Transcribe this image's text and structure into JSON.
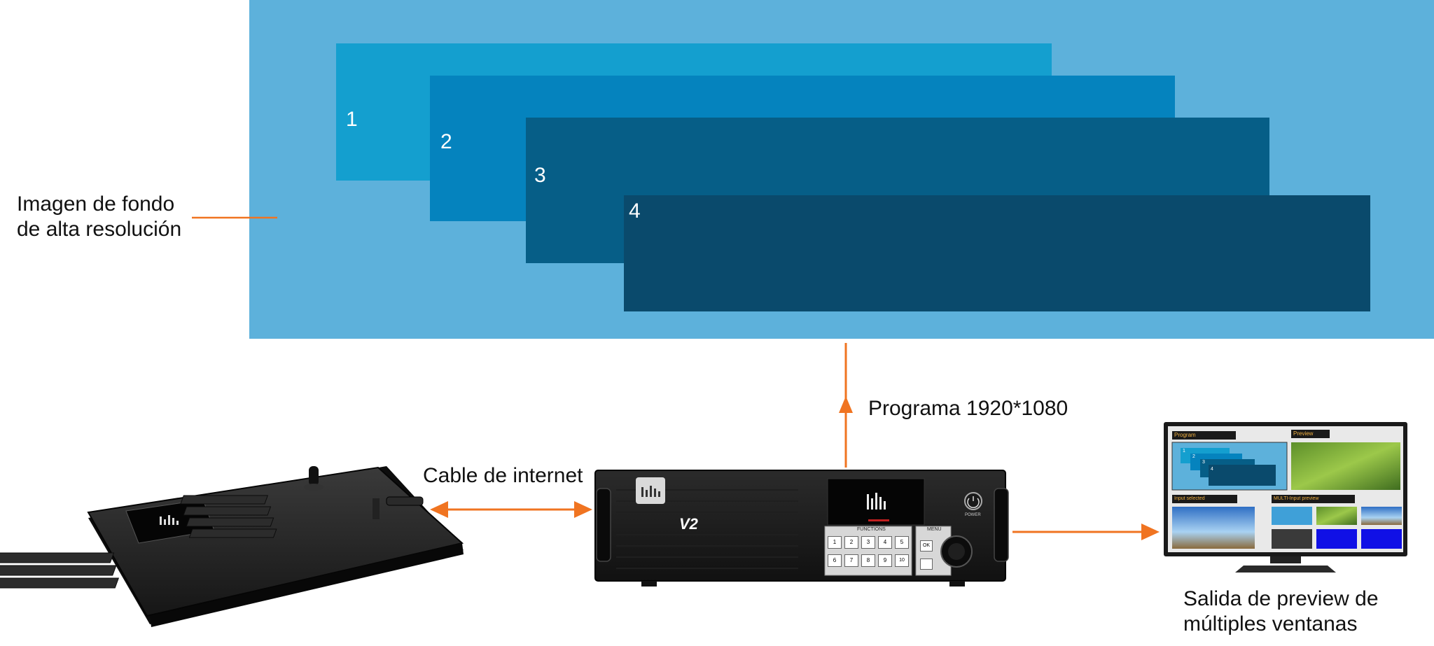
{
  "background_label": {
    "line1": "Imagen de fondo",
    "line2": "de alta resolución"
  },
  "layers": [
    {
      "num": "1",
      "color": "#149fcf"
    },
    {
      "num": "2",
      "color": "#0583be"
    },
    {
      "num": "3",
      "color": "#065e87"
    },
    {
      "num": "4",
      "color": "#0a4a6c"
    }
  ],
  "colors": {
    "background": "#5db1db",
    "arrow": "#f07421",
    "device": "#1a1a1a"
  },
  "program_label": "Programa 1920*1080",
  "cable_label": "Cable de internet",
  "output_label": {
    "line1": "Salida de preview de",
    "line2": "múltiples ventanas"
  },
  "processor": {
    "model": "V2",
    "functions_label": "FUNCTIONS",
    "menu_label": "MENU",
    "power_label": "POWER",
    "ok_label": "OK",
    "keys": [
      "1",
      "2",
      "3",
      "4",
      "5",
      "6",
      "7",
      "8",
      "9",
      "10"
    ]
  },
  "monitor": {
    "program_tag": "Program",
    "preview_tag": "Preview",
    "input_tag": "Input selected",
    "multi_tag": "MULTI-Input preview",
    "mini_layers": [
      "1",
      "2",
      "3",
      "4"
    ]
  }
}
